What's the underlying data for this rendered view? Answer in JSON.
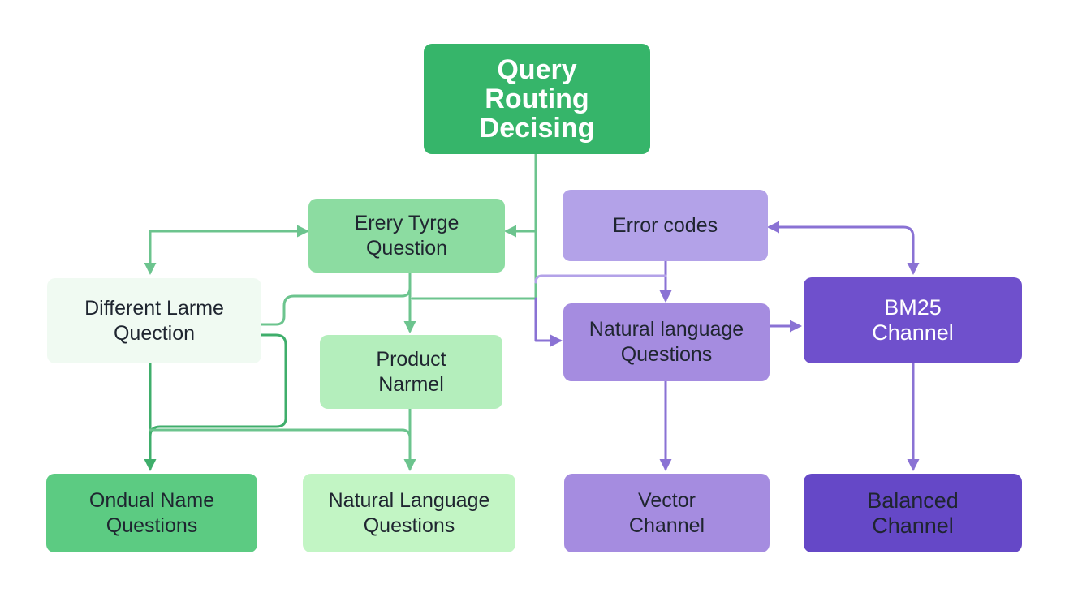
{
  "colors": {
    "green_arrow": "#6cc48e",
    "green_arrow_dark": "#3fae6b",
    "purple_arrow": "#8a72d4",
    "root_fill": "#36b56a",
    "green_mid_fill": "#8cdca1",
    "green_pale_fill": "#f0faf2",
    "green_light_fill": "#b4eebc",
    "green_bottom_left_fill": "#5ccb82",
    "green_bottom_mid_fill": "#c2f5c4",
    "purple_light_fill": "#b3a2e8",
    "purple_mid_fill": "#a58ce0",
    "purple_dark_fill": "#6f50cc",
    "purple_darker_fill": "#6548c7"
  },
  "nodes": {
    "root": "Query\nRouting\nDecising",
    "query_type": "Erery Tyrge\nQuestion",
    "error_codes": "Error codes",
    "different_larme": "Different Larme\nQuection",
    "product_narmel": "Product\nNarmel",
    "natural_language_purple": "Natural language\nQuestions",
    "bm25": "BM25\nChannel",
    "ondual_name": "Ondual Name\nQuestions",
    "natural_language_green": "Natural Language\nQuestions",
    "vector": "Vector\nChannel",
    "balanced": "Balanced\nChannel"
  }
}
